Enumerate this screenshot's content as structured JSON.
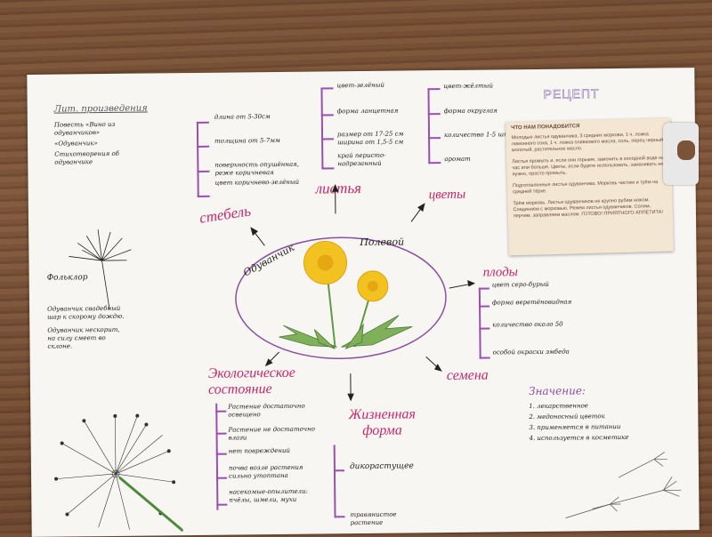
{
  "literature": {
    "title": "Лит. произведения",
    "items": [
      "Повесть «Вино из одуванчиков»",
      "«Одуванчик»",
      "Стихотворения об одуванчике"
    ]
  },
  "folklore": {
    "title": "Фольклор",
    "items": [
      "Одуванчик свадебный шар к скорому дождю.",
      "Одуванчик нескорит, на силу смеет во склоне."
    ]
  },
  "center": {
    "left_word": "Одуванчик",
    "right_word": "Полевой"
  },
  "stem": {
    "title": "стебель",
    "items": [
      "длина от 5-30см",
      "толщина от 5-7мм",
      "поверхность опушённая, реже коричневая",
      "цвет коричнево-зелёный"
    ]
  },
  "leaves": {
    "title": "листья",
    "items": [
      "цвет-зелёный",
      "форма ланцетная",
      "размер от 17-25 см ширина от 1,5-5 см",
      "край перисто-надрезанный"
    ]
  },
  "flowers": {
    "title": "цветы",
    "items": [
      "цвет-жёлтый",
      "форма округлая",
      "количество 1-5 шт",
      "аромат"
    ]
  },
  "fruits": {
    "title": "плоды",
    "items": [
      "цвет серо-бурый",
      "форма веретёновидная",
      "количество около 50",
      "особой окраски эмбеда"
    ]
  },
  "ecology": {
    "title": "Экологическое состояние",
    "items": [
      "Растение достаточно освещено",
      "Растение не достаточно влаги",
      "нет повреждений",
      "почва возле растения сильно утоптана",
      "насекомые-опылители: пчёлы, шмели, мухи"
    ]
  },
  "lifeform": {
    "title": "Жизненная форма",
    "items": [
      "дикорастущее",
      "травянистое растение"
    ]
  },
  "seeds": {
    "title": "семена"
  },
  "meaning": {
    "title": "Значение:",
    "items": [
      "1. лекарственное",
      "2. медоносный цветок",
      "3. применяется в питании",
      "4. используется в косметике"
    ]
  },
  "recipe": {
    "header": "РЕЦЕПТ",
    "title": "ЧТО НАМ ПОНАДОБИТСЯ",
    "paragraphs": [
      "Молодые листья одуванчика, 3 средних моркови, 1 ч. ложка лимонного сока, 1 ч. ложка оливкового масла, соль, перец черный молотый, растительное масло.",
      "Листья промыть и, если они горькие, замочить в холодной воде на час или больше. Цветы, если будете использовать, замачивать не нужно, просто промыть.",
      "Подготовленные листья одуванчика. Морковь чистим и трём на средней тёрке.",
      "Трём морковь. Листья одуванчиков не крупно рубим ножом. Соединяем с морковью. Режем листья одуванчиков. Солим, перчим, заправляем маслом. ГОТОВО! ПРИЯТНОГО АППЕТИТА!"
    ]
  },
  "colors": {
    "accent_pink": "#c8286a",
    "line_purple": "#9a4fb0",
    "flower_yellow": "#f2c320",
    "leaf_green": "#6a9a4a"
  }
}
